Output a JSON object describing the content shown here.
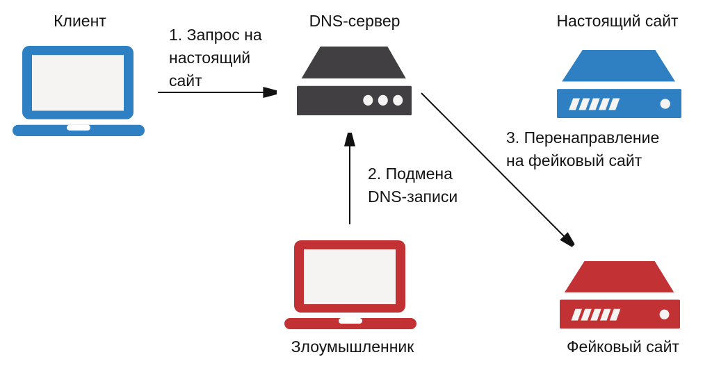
{
  "colors": {
    "blue": "#2E80C3",
    "red": "#C23234",
    "dark": "#413F41",
    "screen": "#F5F4F2",
    "arrow": "#111111",
    "text": "#141414",
    "background": "#FFFFFF"
  },
  "nodes": {
    "client": {
      "label": "Клиент"
    },
    "dns": {
      "label": "DNS-сервер"
    },
    "real_site": {
      "label": "Настоящий сайт"
    },
    "attacker": {
      "label": "Злоумышленник"
    },
    "fake_site": {
      "label": "Фейковый сайт"
    }
  },
  "edges": [
    {
      "from": "client",
      "to": "dns",
      "lines": [
        "1. Запрос на",
        "настоящий",
        "сайт"
      ]
    },
    {
      "from": "attacker",
      "to": "dns",
      "lines": [
        "2. Подмена",
        "DNS-записи"
      ]
    },
    {
      "from": "dns",
      "to": "fake_site",
      "lines": [
        "3. Перенаправление",
        "на фейковый сайт"
      ]
    }
  ]
}
